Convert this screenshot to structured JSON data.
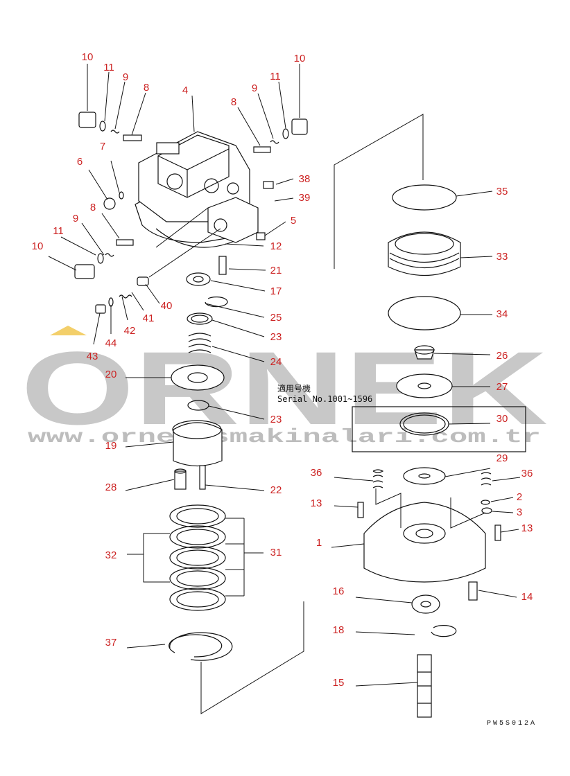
{
  "watermark": {
    "brand": "ORNEK",
    "url": "www.ornekismakinalari.com.tr"
  },
  "serial_note": {
    "japanese": "適用号機",
    "text": "Serial No.1001~1596"
  },
  "drawing_code": "PW5S012A",
  "callouts": [
    "10",
    "11",
    "9",
    "8",
    "4",
    "8",
    "9",
    "11",
    "10",
    "7",
    "6",
    "38",
    "39",
    "8",
    "9",
    "11",
    "10",
    "5",
    "12",
    "21",
    "17",
    "25",
    "23",
    "24",
    "20",
    "23",
    "19",
    "28",
    "22",
    "32",
    "31",
    "37",
    "40",
    "41",
    "42",
    "44",
    "43",
    "35",
    "33",
    "34",
    "26",
    "27",
    "30",
    "29",
    "36",
    "36",
    "2",
    "3",
    "13",
    "13",
    "1",
    "14",
    "16",
    "18",
    "15"
  ]
}
